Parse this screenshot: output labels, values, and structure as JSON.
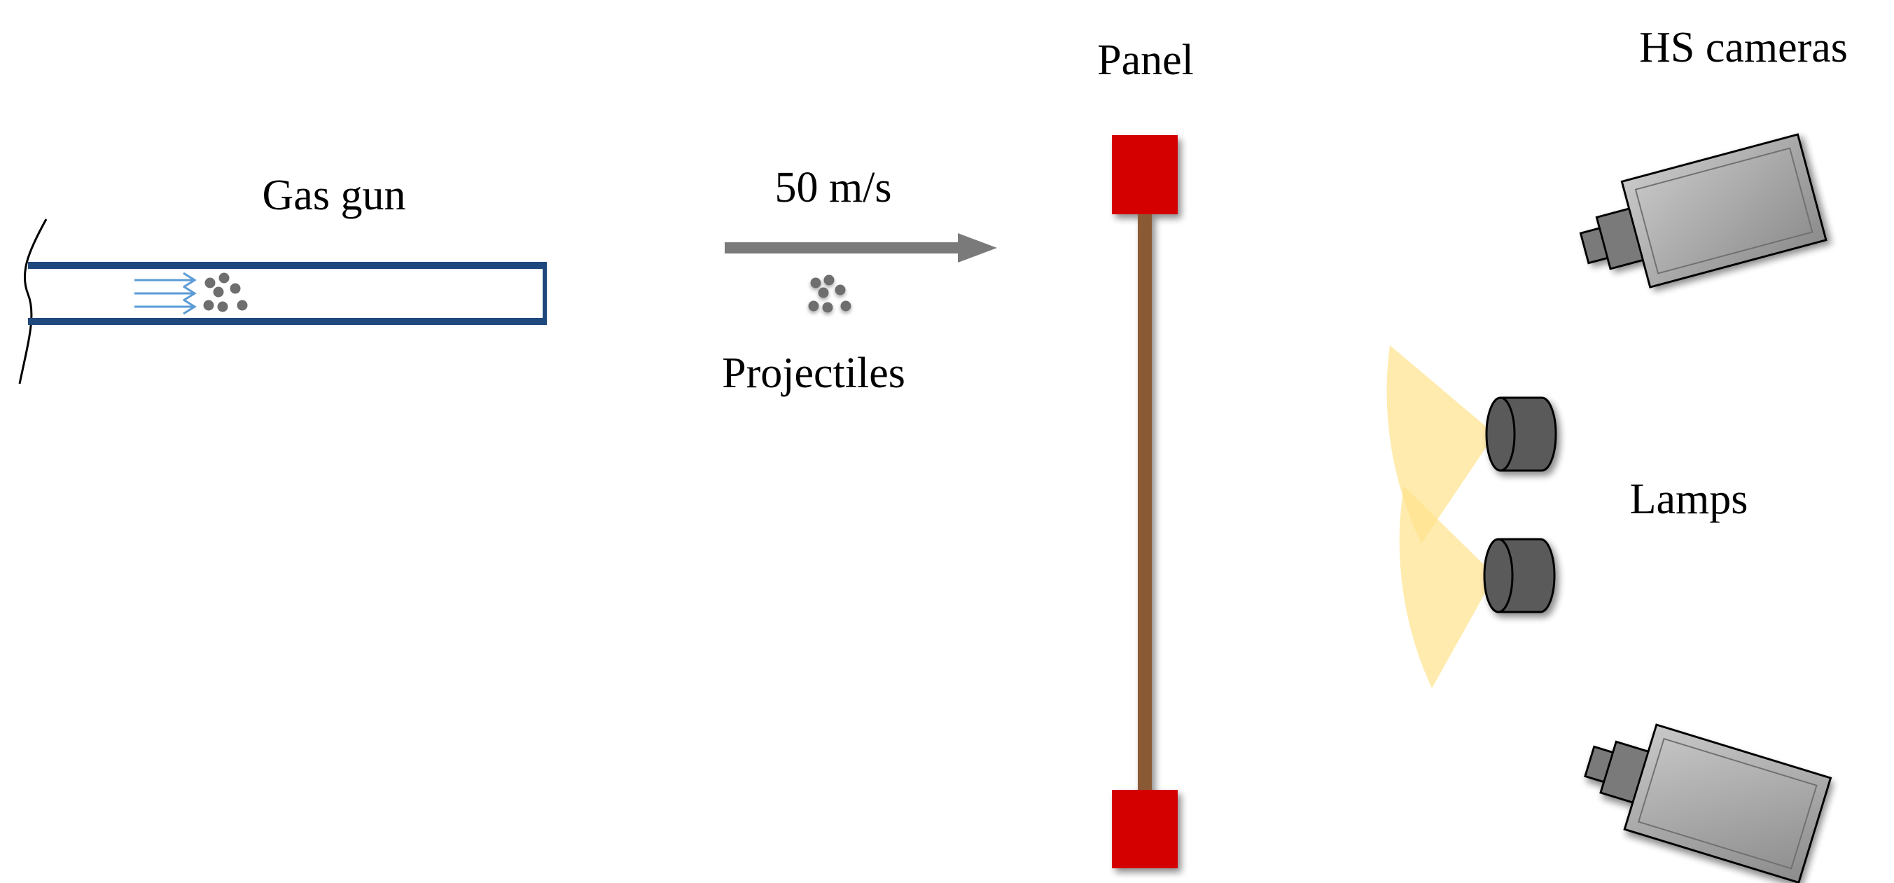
{
  "labels": {
    "gas_gun": "Gas gun",
    "velocity": "50 m/s",
    "projectiles": "Projectiles",
    "panel": "Panel",
    "hs_cameras": "HS cameras",
    "lamps": "Lamps"
  },
  "colors": {
    "gun_outline": "#1F497D",
    "gas_arrows": "#5B9BD5",
    "projectile": "#6E6E6E",
    "velocity_arrow": "#7A7A7A",
    "panel_clamp": "#D40000",
    "panel_rod": "#8A5A36",
    "lamp_body": "#5A5A5A",
    "light_beam": "#FFE38A",
    "camera_body": "#9E9E9E",
    "camera_lens": "#555555"
  },
  "icons": {
    "camera": "camera-icon",
    "lamp": "lamp-icon"
  }
}
